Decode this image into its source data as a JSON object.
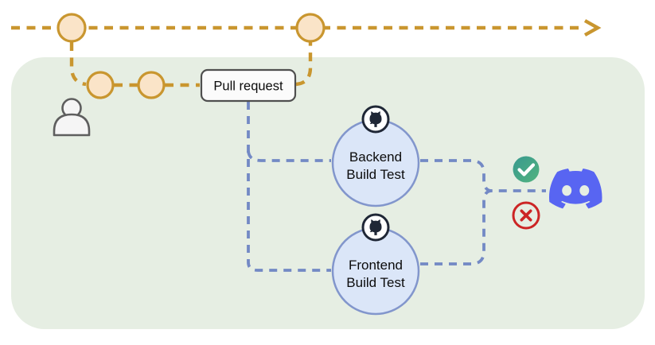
{
  "labels": {
    "pull_request": "Pull request"
  },
  "jobs": [
    {
      "id": "backend-build-test",
      "line1": "Backend",
      "line2": "Build Test",
      "badge": "github-icon"
    },
    {
      "id": "frontend-build-test",
      "line1": "Frontend",
      "line2": "Build Test",
      "badge": "github-icon"
    }
  ],
  "status": {
    "success_icon": "check-circle",
    "failure_icon": "cross-circle"
  },
  "icons": {
    "developer": "person-icon",
    "commit": "git-commit-circle",
    "notification_target": "discord-icon",
    "branch_arrow": "arrow-right-icon"
  },
  "colors": {
    "page_bg": "#ffffff",
    "container_green": "#e6eee3",
    "branch_orange": "#c9962f",
    "commit_fill": "#fae4c8",
    "flow_blue": "#7389c5",
    "node_fill": "#dbe6f8",
    "node_stroke": "#8296cc",
    "github_dark": "#1f2736",
    "success_teal_dark": "#38998f",
    "success_teal_light": "#52b37e",
    "error_red": "#cc2525",
    "discord_blurple": "#5865F2",
    "person_gray": "#5e5e5e",
    "pr_box_border": "#4f4f4f",
    "pr_box_fill": "#fbfbfb"
  }
}
